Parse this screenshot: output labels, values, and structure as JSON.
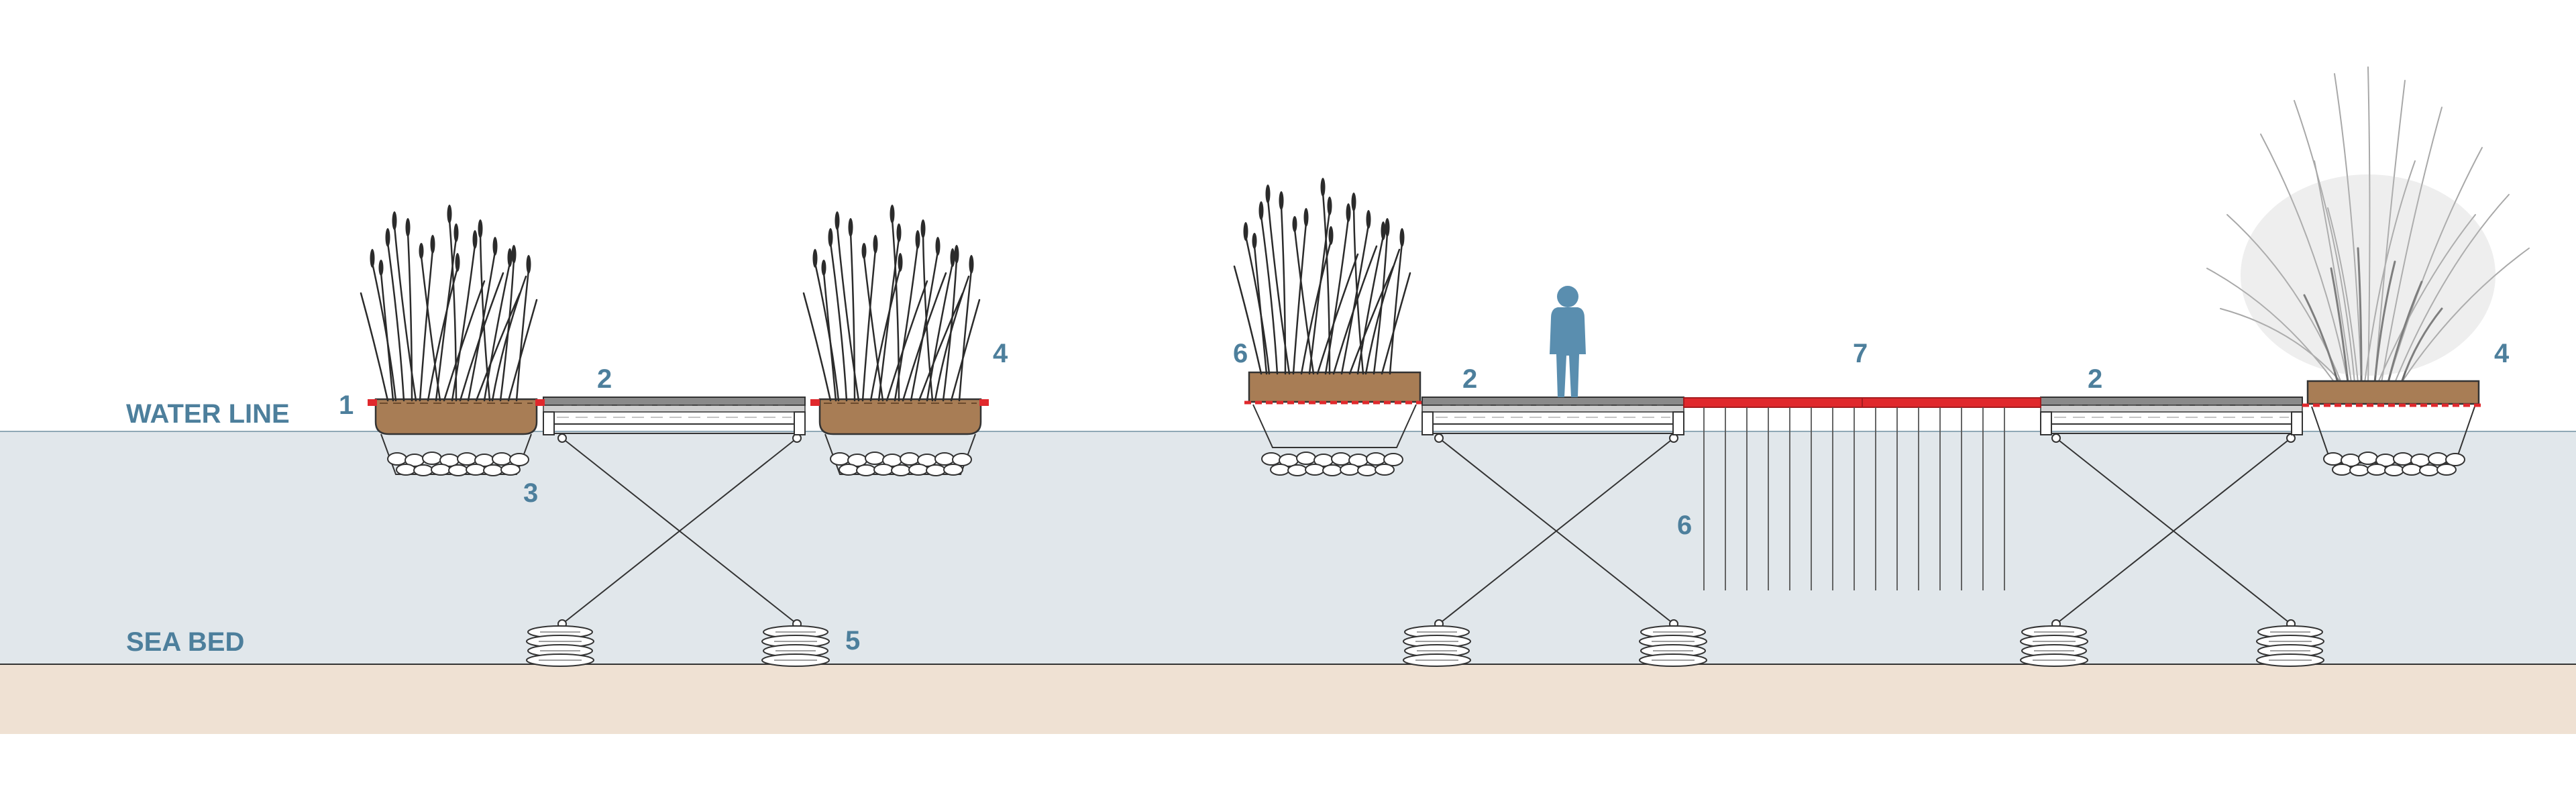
{
  "labels": {
    "water_line": "WATER LINE",
    "sea_bed": "SEA BED"
  },
  "callouts": {
    "n1": "1",
    "n2": "2",
    "n3": "3",
    "n4": "4",
    "n5": "5",
    "n6": "6",
    "n7": "7"
  },
  "colors": {
    "water": "#e1e7eb",
    "seabed": "#efe1d3",
    "label": "#4d7f9c",
    "planter": "#a87d55",
    "accent_red": "#e0282c",
    "figure": "#5a8eaf"
  },
  "icons": [
    "person-silhouette-icon",
    "reed-grass-icon",
    "rock-gabion-icon",
    "anchor-weight-icon"
  ]
}
